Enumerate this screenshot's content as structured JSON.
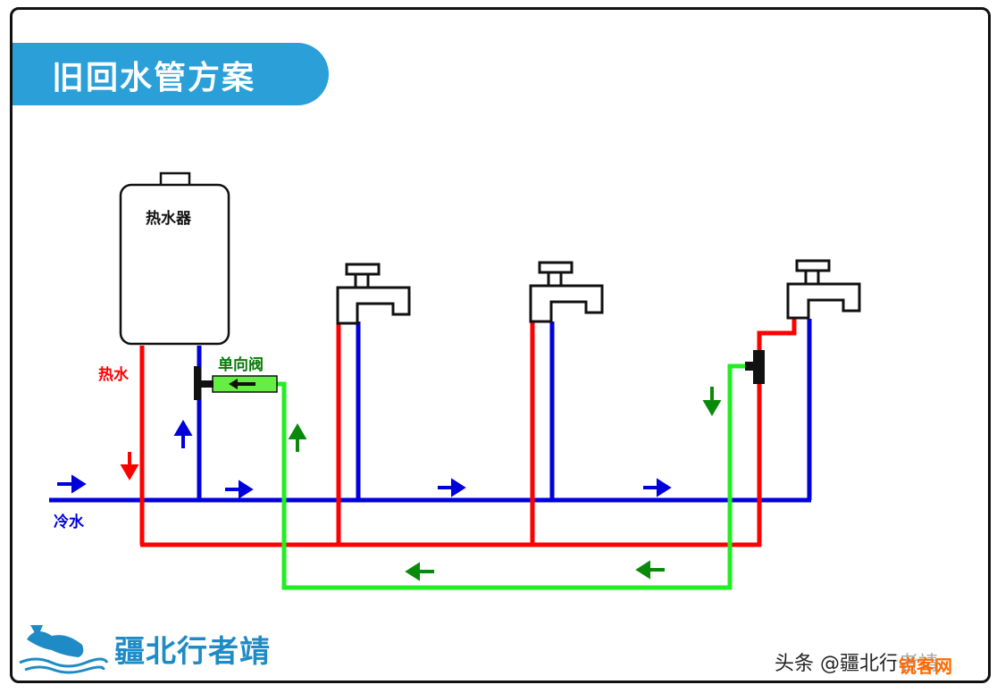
{
  "title": "旧回水管方案",
  "labels": {
    "heater": "热水器",
    "hot_water": "热水",
    "cold_water": "冷水",
    "check_valve": "单向阀"
  },
  "brand": {
    "name": "疆北行者靖",
    "logo_icon": "whale-logo-icon"
  },
  "watermark": {
    "text": "头条 @疆北行者靖",
    "stamp": "锐客网"
  },
  "colors": {
    "hot_pipe": "#ff0000",
    "cold_pipe": "#0000dd",
    "return_pipe": "#22ee22",
    "title_banner": "#2a9fd8",
    "brand": "#1f8bc6"
  },
  "icons": [
    "water-heater-icon",
    "faucet-icon",
    "check-valve-icon",
    "flow-arrow-icon",
    "whale-logo-icon"
  ]
}
